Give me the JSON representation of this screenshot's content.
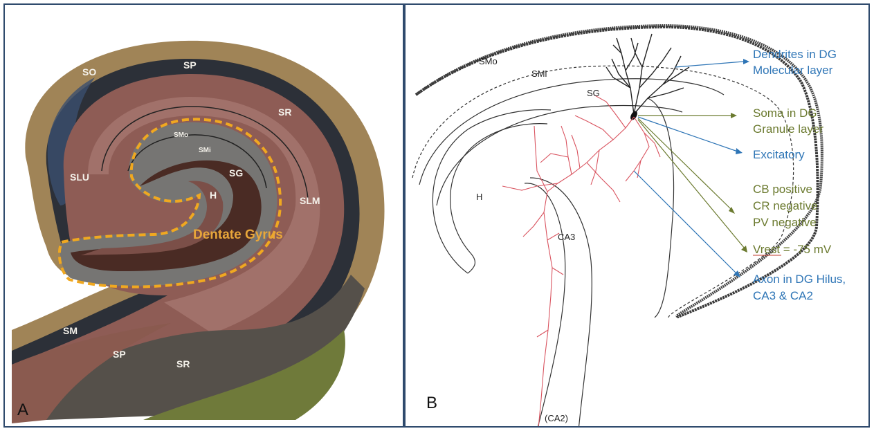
{
  "panel_a": {
    "letter": "A",
    "labels": {
      "so": "SO",
      "sp_top": "SP",
      "sr_top": "SR",
      "slu": "SLU",
      "smo": "SMo",
      "smi": "SMi",
      "sg": "SG",
      "h": "H",
      "slm": "SLM",
      "dentate_gyrus": "Dentate Gyrus",
      "sm": "SM",
      "sp_bottom": "SP",
      "sr_bottom": "SR"
    },
    "colors": {
      "outline": "#f0a820",
      "dentate_label": "#e8a63a"
    }
  },
  "panel_b": {
    "letter": "B",
    "labels": {
      "smo": "SMo",
      "smi": "SMi",
      "sg": "SG",
      "h": "H",
      "ca3": "CA3",
      "ca2": "(CA2)"
    },
    "annotations": {
      "dendrites_line1": "Dendrites in DG",
      "dendrites_line2": "Molecular layer",
      "soma_line1": "Soma in DG",
      "soma_line2": "Granule layer",
      "excitatory": "Excitatory",
      "cb": "CB positive",
      "cr": "CR negative",
      "pv": "PV negative",
      "vrest": "Vrest = -75 mV",
      "axon_line1": "Axon in DG Hilus,",
      "axon_line2": "CA3 & CA2"
    },
    "colors": {
      "blue_text": "#2e75b6",
      "olive_text": "#6b7a2f",
      "axon": "#d9535f",
      "dendrite": "#222222"
    }
  }
}
